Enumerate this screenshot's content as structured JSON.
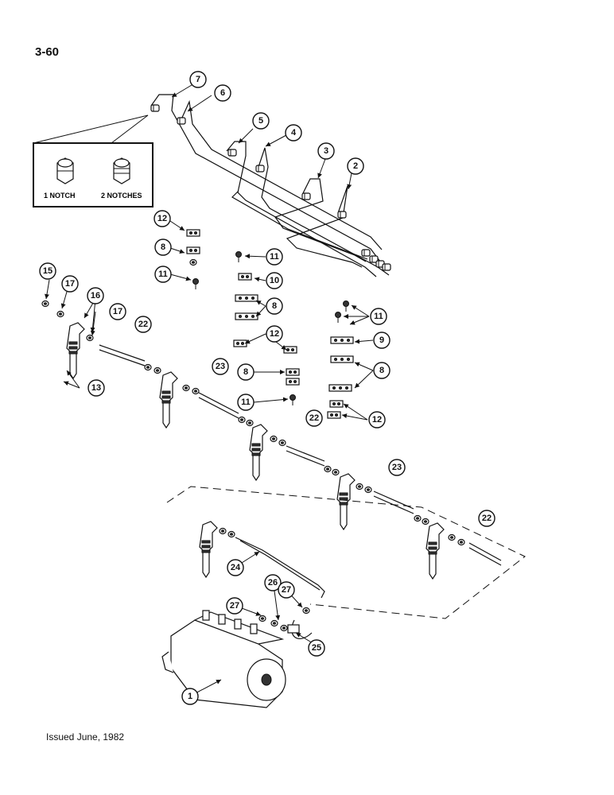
{
  "page": {
    "number": "3-60",
    "issued": "Issued June, 1982"
  },
  "inset": {
    "label_left": "1 NOTCH",
    "label_right": "2 NOTCHES"
  },
  "callouts": [
    "1",
    "2",
    "3",
    "4",
    "5",
    "6",
    "7",
    "8",
    "9",
    "10",
    "11",
    "12",
    "13",
    "15",
    "16",
    "17",
    "22",
    "23",
    "24",
    "25",
    "26",
    "27"
  ]
}
